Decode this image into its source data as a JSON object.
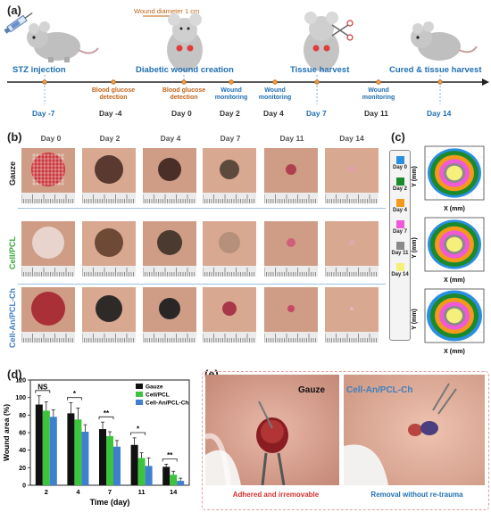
{
  "panels": {
    "a": "(a)",
    "b": "(b)",
    "c": "(c)",
    "d": "(d)",
    "e": "(e)"
  },
  "timeline": {
    "wound_diameter": "Wound diameter 1 cm",
    "events_top": [
      "STZ injection",
      "Diabetic wound creation",
      "Tissue harvest",
      "Cured & tissue harvest"
    ],
    "events_mid": [
      {
        "text": "Blood glucose detection",
        "color": "#c0651a"
      },
      {
        "text": "Blood glucose detection",
        "color": "#c0651a"
      },
      {
        "text": "Wound monitoring",
        "color": "#1f6fb2"
      },
      {
        "text": "Wound monitoring",
        "color": "#1f6fb2"
      },
      {
        "text": "Wound monitoring",
        "color": "#1f6fb2"
      }
    ],
    "days": [
      "Day -7",
      "Day -4",
      "Day 0",
      "Day 2",
      "Day 4",
      "Day 7",
      "Day 11",
      "Day 14"
    ]
  },
  "photo_grid": {
    "day_headers": [
      "Day 0",
      "Day 2",
      "Day 4",
      "Day 7",
      "Day 11",
      "Day 14"
    ],
    "rows": [
      {
        "label": "Gauze",
        "color": "#222222"
      },
      {
        "label": "Cell/PCL",
        "color": "#3aa63a"
      },
      {
        "label": "Cell-An/PCL-Ch",
        "color": "#3f7fbf"
      }
    ]
  },
  "contour": {
    "legend": [
      {
        "label": "Day 0",
        "color": "#2a8fe0"
      },
      {
        "label": "Day 2",
        "color": "#1a8a2a"
      },
      {
        "label": "Day 4",
        "color": "#f39a1a"
      },
      {
        "label": "Day 7",
        "color": "#f05ad8"
      },
      {
        "label": "Day 11",
        "color": "#8a8a8a"
      },
      {
        "label": "Day 14",
        "color": "#f4f07a"
      }
    ],
    "xlabel": "X (mm)",
    "ylabel": "Y (mm)"
  },
  "chart_data": {
    "type": "bar",
    "xlabel": "Time (day)",
    "ylabel": "Wound area (%)",
    "ylim": [
      0,
      120
    ],
    "yticks": [
      0,
      20,
      40,
      60,
      80,
      100,
      120
    ],
    "categories": [
      "2",
      "4",
      "7",
      "11",
      "14"
    ],
    "series": [
      {
        "name": "Gauze",
        "color": "#111111",
        "values": [
          92,
          82,
          64,
          46,
          21
        ],
        "errors": [
          10,
          12,
          8,
          8,
          3
        ]
      },
      {
        "name": "Cell/PCL",
        "color": "#3cc43c",
        "values": [
          85,
          75,
          56,
          31,
          12
        ],
        "errors": [
          10,
          13,
          5,
          6,
          4
        ]
      },
      {
        "name": "Cell-An/PCL-Ch",
        "color": "#3f7fcf",
        "values": [
          78,
          61,
          44,
          22,
          5
        ],
        "errors": [
          8,
          8,
          7,
          9,
          3
        ]
      }
    ],
    "significance": [
      {
        "category": "2",
        "label": "NS"
      },
      {
        "category": "4",
        "label": "*"
      },
      {
        "category": "7",
        "label": "**"
      },
      {
        "category": "11",
        "label": "*"
      },
      {
        "category": "14",
        "label": "**"
      }
    ],
    "legend_position": "top-right"
  },
  "photos_e": {
    "left_label": "Gauze",
    "right_label": "Cell-An/PCL-Ch",
    "left_caption": "Adhered and irremovable",
    "right_caption": "Removal without re-trauma"
  }
}
